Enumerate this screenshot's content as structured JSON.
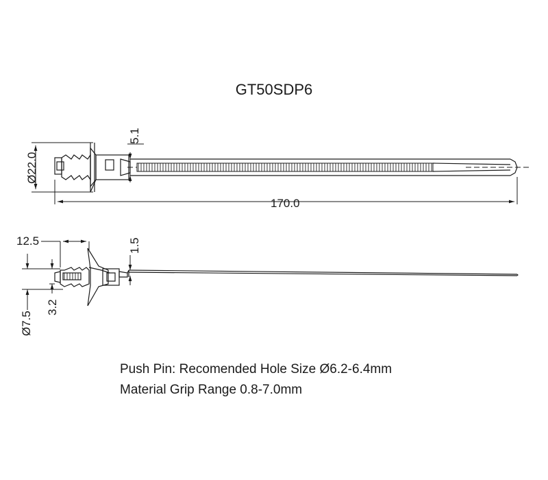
{
  "drawing": {
    "title": "GT50SDP6",
    "top_view": {
      "head_diameter": "Ø22.0",
      "head_thickness": "5.1",
      "overall_length": "170.0"
    },
    "side_view": {
      "pin_length": "12.5",
      "tie_thickness": "1.5",
      "pin_step": "3.2",
      "pin_diameter": "Ø7.5"
    },
    "notes": {
      "line1": "Push Pin: Recomended Hole Size Ø6.2-6.4mm",
      "line2": "Material Grip Range 0.8-7.0mm"
    }
  }
}
